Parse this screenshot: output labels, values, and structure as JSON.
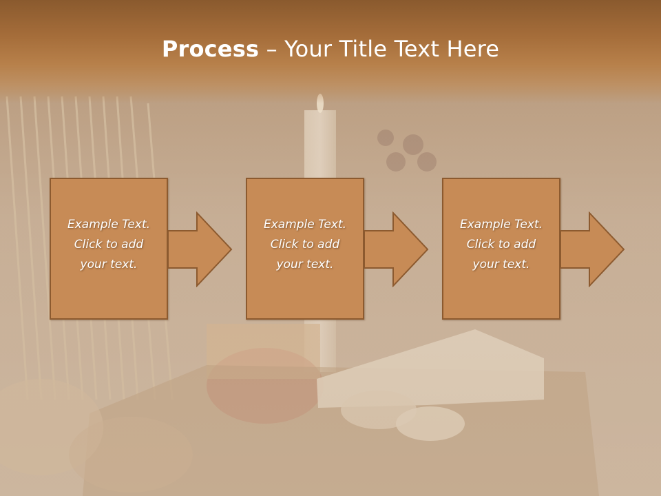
{
  "slide": {
    "title_bold": "Process",
    "title_rest": " – Your Title Text Here",
    "steps": [
      {
        "lines": [
          "Example Text.",
          "Click  to add",
          "your text."
        ]
      },
      {
        "lines": [
          "Example Text.",
          "Click  to add",
          "your text."
        ]
      },
      {
        "lines": [
          "Example Text.",
          "Click  to add",
          "your text."
        ]
      }
    ]
  },
  "colors": {
    "title_band": "#a56d3a",
    "step_fill": "#c78b56",
    "step_border": "#8c5a2f",
    "text": "#ffffff"
  }
}
